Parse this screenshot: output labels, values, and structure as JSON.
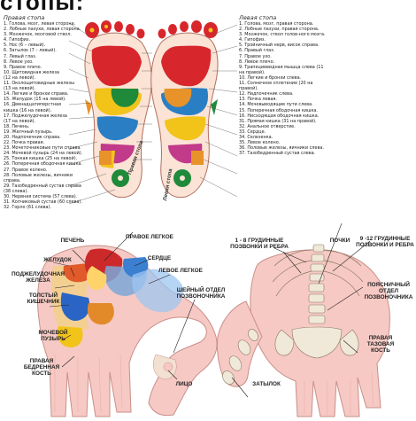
{
  "heading": "стопы:",
  "feet": {
    "right_foot_title": "Правая стопа",
    "left_foot_title": "Левая стопа",
    "right_foot_label": "Правая стопа",
    "left_foot_label": "Левая стопа",
    "right_list": [
      "1. Голова, мозг, левая сторона.",
      "2. Лобные пазухи, левая сторона.",
      "3. Мозжечок, мозговой ствол.",
      "4. Гипофиз.",
      "5. Нос (6 – левый).",
      "6. Затылок (7 – левый).",
      "7. Левый глаз.",
      "8. Левое ухо.",
      "9. Правое плечо.",
      "10. Щитовидная железа",
      "(12 на левой).",
      "11. Околощитовидные железы",
      "(13 на левой).",
      "14. Легкие и бронхи справа.",
      "15. Желудок (15 на левой).",
      "16. Двенадцатиперстная",
      "кишка (16 на левой).",
      "17. Поджелудочная железа",
      "(17 на левой).",
      "18. Печень.",
      "19. Желчный пузырь.",
      "20. Надпочечник справа.",
      "22. Почка правая.",
      "23. Мочеточниковые пути справа.",
      "24. Мочевой пузырь (24 на левой).",
      "25. Тонкая кишка (25 на левой).",
      "26. Поперечная ободочная кишка.",
      "27. Правое колено.",
      "28. Половые железы, яичники справа.",
      "29. Тазобедренный сустав справа (38 слева).",
      "30. Нервная система (57 слева).",
      "31. Копчиковый сустав (60 слева).",
      "32. Горло (61 слева)."
    ],
    "left_list": [
      "1. Голова, мозг, правая сторона.",
      "2. Лобные пазухи, правая сторона.",
      "3. Мозжечок, ствол голов-ного мозга.",
      "4. Гипофиз.",
      "5. Тройничный нерв, висок справа.",
      "6. Правый глаз.",
      "7. Правое ухо.",
      "8. Левое плечо.",
      "9. Трапециевидная мышца слева (11 на правой).",
      "10. Легкие и бронхи слева.",
      "11. Солнечное сплетение (20 на правой).",
      "12. Надпочечник слева.",
      "13. Почка левая.",
      "14. Мочевыводящие пути слева.",
      "15. Поперечная ободочная кишка.",
      "16. Нисходящая ободочная кишка.",
      "31. Прямая кишка (31 на правой).",
      "32. Анальное отверстие.",
      "33. Сердце.",
      "34. Селезенка.",
      "35. Левое колено.",
      "36. Половые железы, яичники слева.",
      "37. Тазобедренный сустав слева."
    ]
  },
  "hands": {
    "left_labels": {
      "liver": "ПЕЧЕНЬ",
      "right_lung": "ПРАВОЕ ЛЕГКОЕ",
      "stomach": "ЖЕЛУДОК",
      "heart": "СЕРДЦЕ",
      "pancreas": "ПОДЖЕЛУДОЧНАЯ ЖЕЛЕЗА",
      "left_lung": "ЛЕВОЕ ЛЕГКОЕ",
      "small_intestine": "ТОЛСТЫЙ КИШЕЧНИК",
      "cervical": "ШЕЙНЫЙ ОТДЕЛ ПОЗВОНОЧНИКА",
      "bladder": "МОЧЕВОЙ ПУЗЫРЬ",
      "face": "ЛИЦО",
      "right_hip": "ПРАВАЯ БЕДРЕННАЯ КОСТЬ"
    },
    "right_labels": {
      "thoracic_1_8": "1 - 8 ГРУДИННЫЕ ПОЗВОНКИ И РЕБРА",
      "kidneys": "ПОЧКИ",
      "thoracic_9_12": "9 -12 ГРУДИННЫЕ ПОЗВОНКИ И РЕБРА",
      "lumbar": "ПОЯСНИЧНЫЙ ОТДЕЛ ПОЗВОНОЧНИКА",
      "occiput": "ЗАТЫЛОК",
      "pelvis": "ПРАВАЯ ТАЗОВАЯ КОСТЬ"
    }
  },
  "colors": {
    "foot_red": "#d8272c",
    "foot_yellow": "#f2c41a",
    "foot_green": "#1f8a3a",
    "foot_blue": "#2a7fc4",
    "skin": "#f6c9c4",
    "skin_line": "#c9908a",
    "bone": "#f0e8d8"
  }
}
